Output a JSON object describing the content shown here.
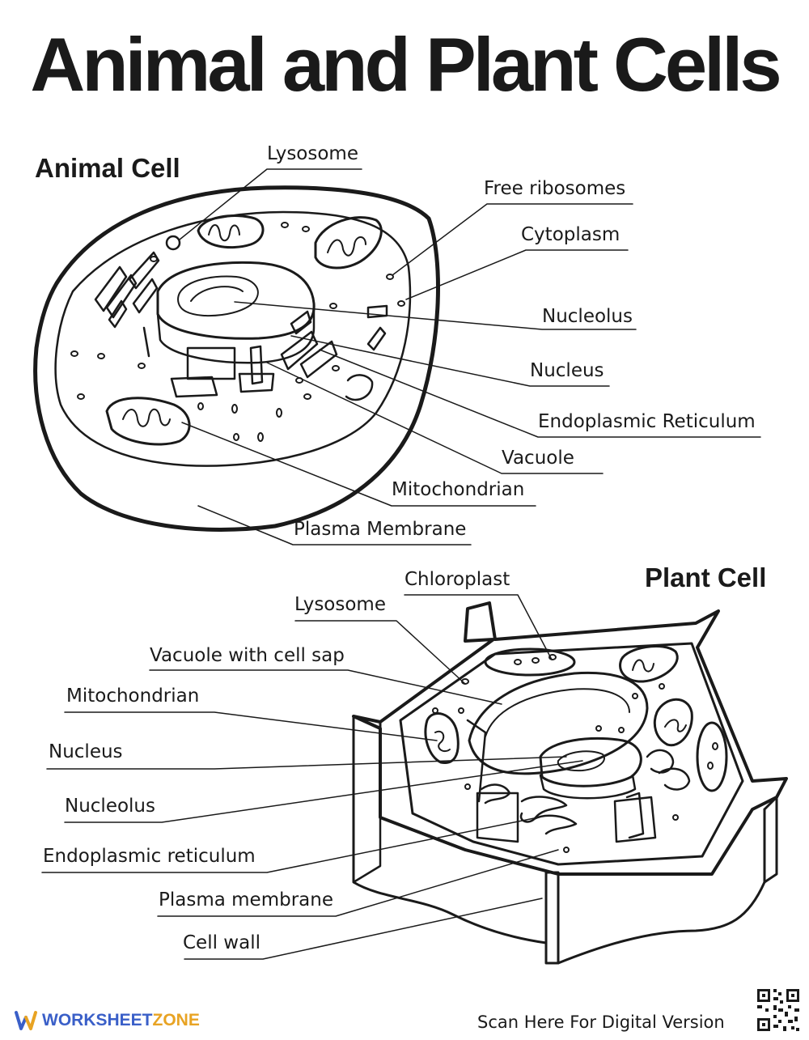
{
  "title": "Animal and Plant Cells",
  "animal": {
    "heading": "Animal Cell",
    "labels": {
      "lysosome": "Lysosome",
      "free_ribosomes": "Free ribosomes",
      "cytoplasm": "Cytoplasm",
      "nucleolus": "Nucleolus",
      "nucleus": "Nucleus",
      "er": "Endoplasmic Reticulum",
      "vacuole": "Vacuole",
      "mitochondrian": "Mitochondrian",
      "plasma_membrane": "Plasma Membrane"
    }
  },
  "plant": {
    "heading": "Plant Cell",
    "labels": {
      "chloroplast": "Chloroplast",
      "lysosome": "Lysosome",
      "vacuole": "Vacuole with cell sap",
      "mitochondrian": "Mitochondrian",
      "nucleus": "Nucleus",
      "nucleolus": "Nucleolus",
      "er": "Endoplasmic reticulum",
      "plasma_membrane": "Plasma membrane",
      "cell_wall": "Cell wall"
    }
  },
  "footer": {
    "brand_part1": "WORKSHEET",
    "brand_part2": "ZONE",
    "scan_text": "Scan Here For Digital Version"
  },
  "colors": {
    "ink": "#1a1a1a",
    "brand_blue": "#3a5fc8",
    "brand_orange": "#e8a323"
  },
  "icons": {
    "logo": "worksheetzone-w-logo",
    "qr": "qr-code-icon"
  }
}
